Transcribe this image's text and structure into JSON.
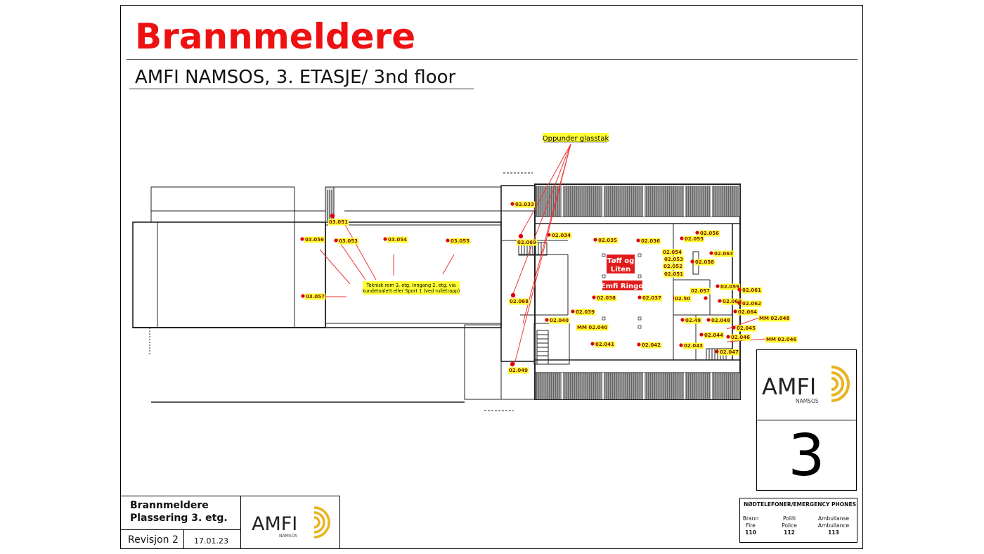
{
  "title": "Brannmeldere",
  "subtitle": "AMFI NAMSOS, 3. ETASJE/ 3nd floor",
  "plan": {
    "callouts": {
      "glasstak": "Oppunder glasstak",
      "teknisk_line1": "Teknisk rom 3. etg. Inngang 2. etg. via",
      "teknisk_line2": "kundetoalett eller Sport 1 (ved rulletrapp)"
    },
    "stores": {
      "toff_line1": "Tøff og",
      "toff_line2": "Liten",
      "emfi": "Emfi Ringo"
    },
    "detectors": [
      {
        "id": "03.051"
      },
      {
        "id": "03.053"
      },
      {
        "id": "03.054"
      },
      {
        "id": "03.055"
      },
      {
        "id": "03.056"
      },
      {
        "id": "03.057"
      },
      {
        "id": "02.033"
      },
      {
        "id": "02.069"
      },
      {
        "id": "02.034"
      },
      {
        "id": "02.035"
      },
      {
        "id": "02.036"
      },
      {
        "id": "02.055"
      },
      {
        "id": "02.056"
      },
      {
        "id": "02.054"
      },
      {
        "id": "02.053"
      },
      {
        "id": "02.052"
      },
      {
        "id": "02.051"
      },
      {
        "id": "02.058"
      },
      {
        "id": "02.063"
      },
      {
        "id": "02.059"
      },
      {
        "id": "02.057"
      },
      {
        "id": "02.061"
      },
      {
        "id": "02.060"
      },
      {
        "id": "02.062"
      },
      {
        "id": "02.064"
      },
      {
        "id": "02.50"
      },
      {
        "id": "02.038"
      },
      {
        "id": "02.037"
      },
      {
        "id": "02.068"
      },
      {
        "id": "02.039"
      },
      {
        "id": "02.040"
      },
      {
        "id": "MM 02.040"
      },
      {
        "id": "02.49"
      },
      {
        "id": "02.048"
      },
      {
        "id": "MM 02.048"
      },
      {
        "id": "02.045"
      },
      {
        "id": "02.044"
      },
      {
        "id": "02.046"
      },
      {
        "id": "MM 02.046"
      },
      {
        "id": "02.041"
      },
      {
        "id": "02.042"
      },
      {
        "id": "02.043"
      },
      {
        "id": "02.047"
      },
      {
        "id": "02.049"
      }
    ]
  },
  "logo": {
    "brand": "AMFI",
    "location": "NAMSOS"
  },
  "floor_number": "3",
  "title_block": {
    "line1": "Brannmeldere",
    "line2": "Plassering 3. etg.",
    "revision": "Revisjon 2",
    "date": "17.01.23"
  },
  "phones": {
    "title": "NØDTELEFONER/EMERGENCY PHONES",
    "items": [
      {
        "label_no": "Brann",
        "label_en": "Fire",
        "number": "110"
      },
      {
        "label_no": "Politi",
        "label_en": "Police",
        "number": "112"
      },
      {
        "label_no": "Ambullanse",
        "label_en": "Ambullance",
        "number": "113"
      }
    ]
  },
  "colors": {
    "title_red": "#ee1111",
    "detector_red": "#e00000",
    "label_yellow": "#ffff33",
    "store_red": "#e01b1b",
    "logo_gold": "#e9b321"
  },
  "icons": {
    "detector": "red-dot-icon",
    "logo": "amfi-swirl-icon"
  }
}
